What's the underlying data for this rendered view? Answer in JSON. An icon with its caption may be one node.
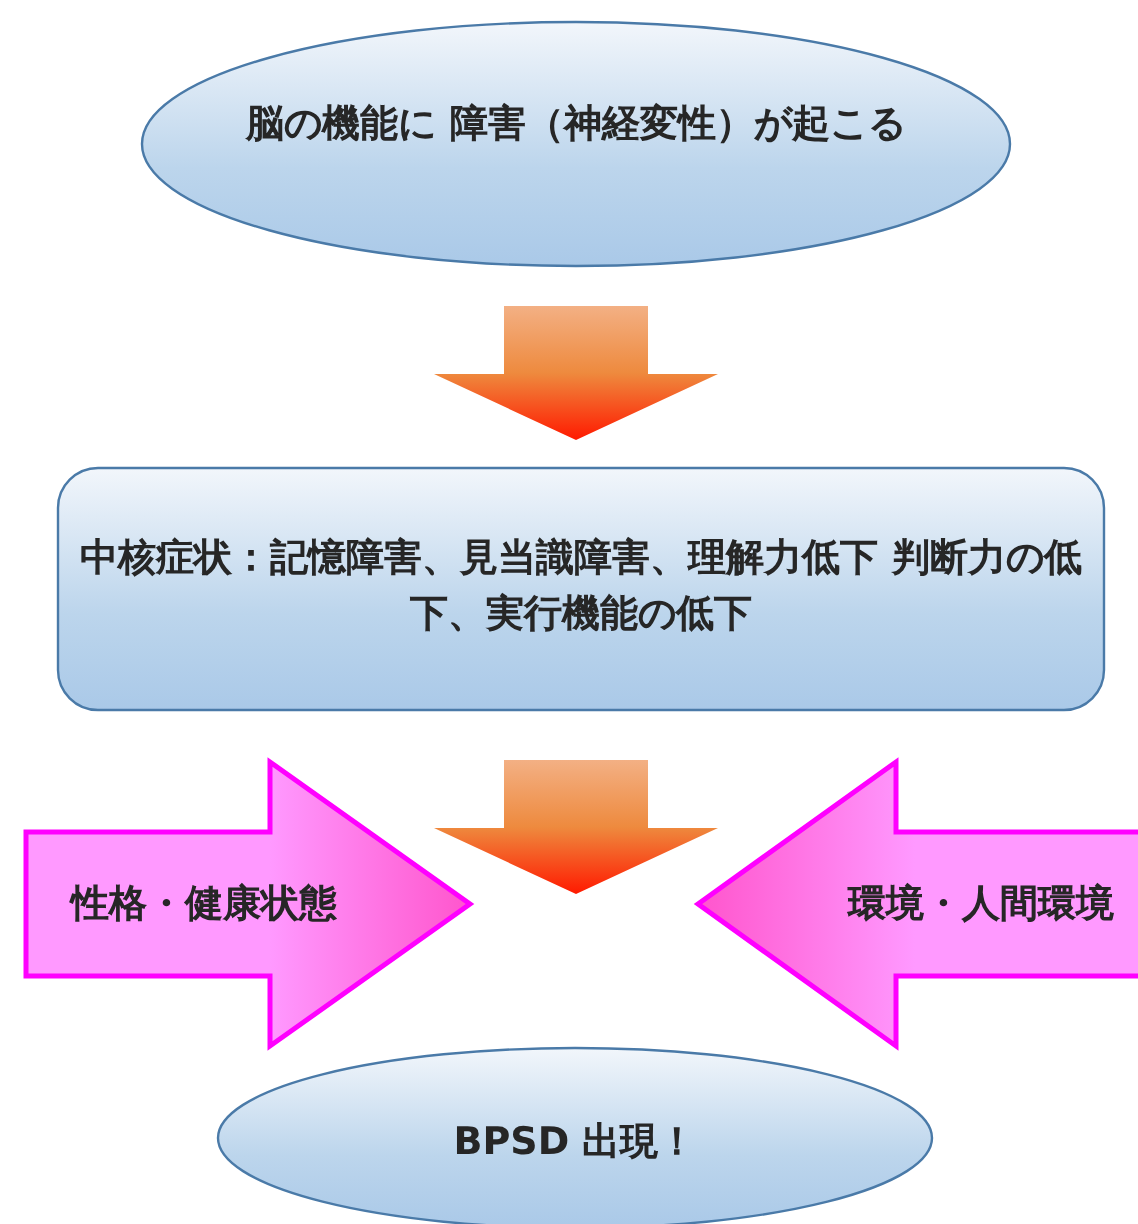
{
  "diagram": {
    "nodes": [
      {
        "text": [
          "脳の機能に 障害（神経変性）が起こる"
        ]
      },
      {
        "text": [
          "中核症状：記憶障害、見当識障害、理解力低下 判断力の低下、実行機能の低下"
        ]
      },
      {
        "text": [
          "性格・健康状態"
        ]
      },
      {
        "text": [
          "環境・人間環境"
        ]
      },
      {
        "text": [
          "BPSD 出現！"
        ]
      }
    ],
    "edges": [
      {
        "from": 0,
        "to": 1,
        "arrow": "to"
      },
      {
        "from": 1,
        "to": 4,
        "arrow": "to"
      }
    ]
  }
}
